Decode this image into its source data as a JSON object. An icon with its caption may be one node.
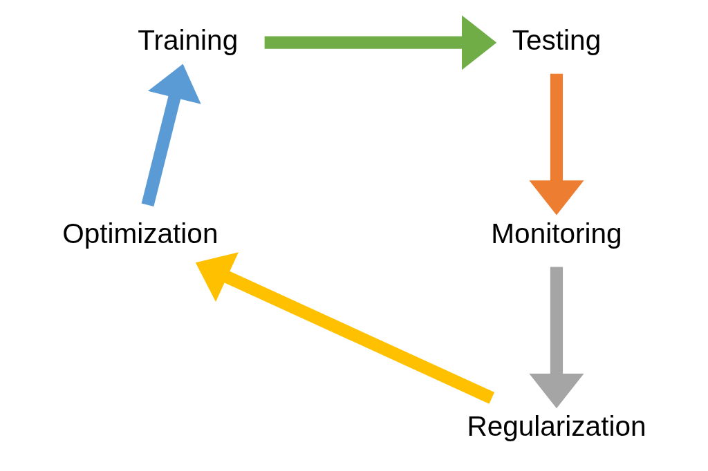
{
  "diagram": {
    "nodes": [
      {
        "text": [
          "Training"
        ]
      },
      {
        "text": [
          "Testing"
        ]
      },
      {
        "text": [
          "Monitoring"
        ]
      },
      {
        "text": [
          "Regularization"
        ]
      },
      {
        "text": [
          "Optimization"
        ]
      }
    ],
    "edges": [
      {
        "from": 0,
        "to": 1,
        "arrow": "to",
        "color": "#70ad47"
      },
      {
        "from": 1,
        "to": 2,
        "arrow": "to",
        "color": "#ed7d31"
      },
      {
        "from": 2,
        "to": 3,
        "arrow": "to",
        "color": "#a5a5a5"
      },
      {
        "from": 3,
        "to": 4,
        "arrow": "to",
        "color": "#ffc000"
      },
      {
        "from": 4,
        "to": 0,
        "arrow": "to",
        "color": "#5b9bd5"
      }
    ]
  }
}
